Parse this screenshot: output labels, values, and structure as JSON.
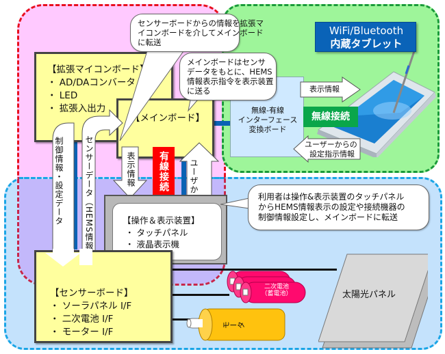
{
  "diagram": {
    "regions": {
      "pink": {
        "color": "#ffc9ff",
        "border": "#e8101e"
      },
      "green": {
        "color": "#9ef59a",
        "border": "#1a9a3a"
      },
      "blue": {
        "color": "#c4e2fc",
        "border": "#1aa5e6"
      }
    },
    "expansion_board": {
      "title": "【拡張マイコンボード】",
      "items": [
        "・ AD/DAコンバータ",
        "・ LED",
        "・ 拡張入出力"
      ]
    },
    "main_board": {
      "title": "【メインボード】"
    },
    "sensor_board": {
      "title": "【センサーボード】",
      "items": [
        "・ ソーラパネル I/F",
        "・ 二次電池 I/F",
        "・ モーター I/F"
      ]
    },
    "display_unit": {
      "title": "【操作＆表示装置】",
      "items": [
        "・ タッチパネル",
        "・ 液晶表示機"
      ]
    },
    "interface_board": {
      "lines": [
        "無線-有線",
        "インターフェース",
        "変換ボード"
      ]
    },
    "tablet": {
      "title_line1": "WiFi/Bluetooth",
      "title_line2": "内蔵タブレット",
      "title_bg": "#0a63b8"
    },
    "badges": {
      "wired": {
        "label": "有線接続",
        "color": "#ff0000"
      },
      "wireless": {
        "label": "無線接続",
        "color": "#0aa64a"
      }
    },
    "arrows": {
      "control_data": "制御情報・設定データ",
      "sensor_data": "センサーデータ（HEMS情報）",
      "display_info_down": "表示情報",
      "user_settings_up": "ユーザからの設定指示情報",
      "display_info_right": "表示情報",
      "user_settings_left_line1": "ユーザーからの",
      "user_settings_left_line2": "設定指示情報"
    },
    "callouts": {
      "top": [
        "センサーボードからの情報を拡張マ",
        "イコンボードを介してメインボード",
        "に転送"
      ],
      "middle": [
        "メインボードはセンサ",
        "データをもとに、HEMS",
        "情報表示指令を表示装置",
        "に送る"
      ],
      "right": [
        "利用者は操作&表示装置のタッチパネル",
        "からHEMS情報表示の設定や接続機器の",
        "制御情報設定し、メインボードに転送"
      ]
    },
    "devices": {
      "battery": {
        "line1": "二次電池",
        "line2": "（蓄電池）",
        "color": "#ff0a6e"
      },
      "motor": {
        "label": "モータ",
        "color": "#ffc20e"
      },
      "solar_panel": {
        "label": "太陽光パネル"
      }
    }
  }
}
